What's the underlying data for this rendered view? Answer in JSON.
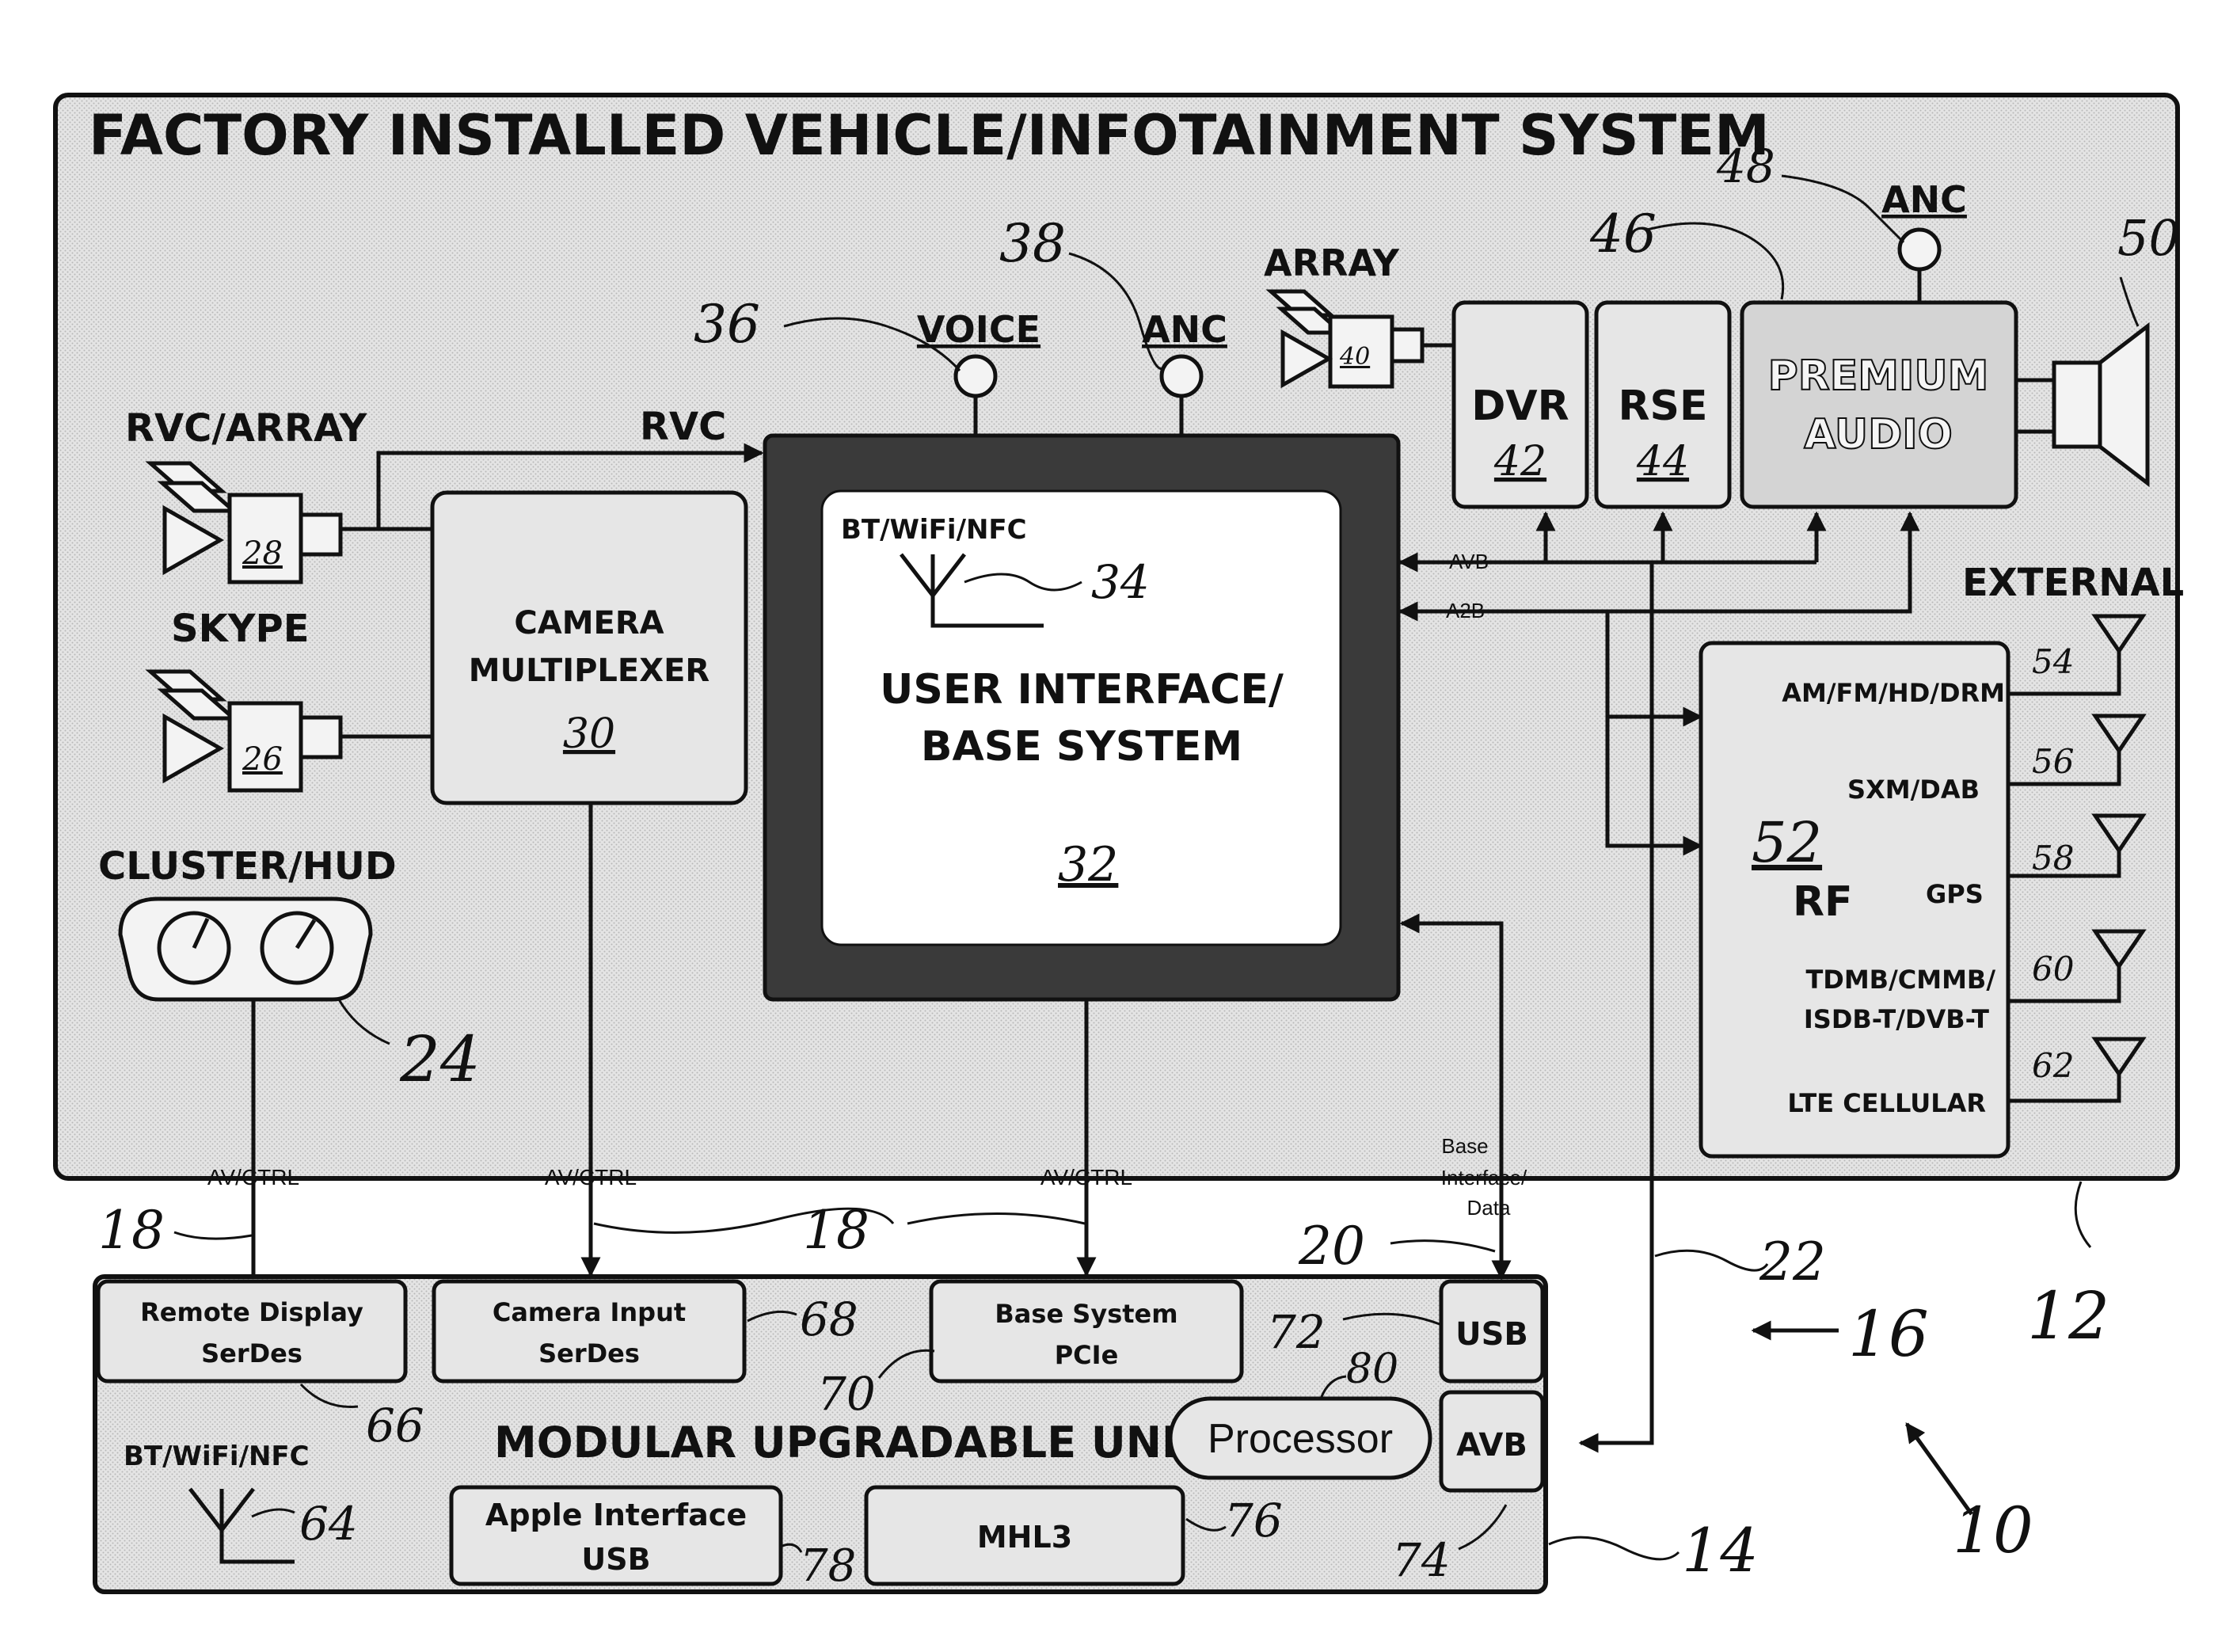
{
  "title": "FACTORY INSTALLED VEHICLE/INFOTAINMENT SYSTEM",
  "inputs": {
    "rvc_array": "RVC/ARRAY",
    "rvc_cam_num": "28",
    "skype": "SKYPE",
    "skype_cam_num": "26",
    "rvc_line": "RVC",
    "cluster": "CLUSTER/HUD",
    "cluster_num": "24"
  },
  "camera_mux": {
    "line1": "CAMERA",
    "line2": "MULTIPLEXER",
    "num": "30"
  },
  "base_system": {
    "bt": "BT/WiFi/NFC",
    "antenna_num": "34",
    "line1": "USER INTERFACE/",
    "line2": "BASE SYSTEM",
    "num": "32"
  },
  "mics": {
    "voice": "VOICE",
    "voice_num": "36",
    "anc": "ANC",
    "anc_num": "38",
    "anc2": "ANC",
    "anc2_num": "48"
  },
  "array": {
    "label": "ARRAY",
    "cam_num": "40"
  },
  "dvr": {
    "label": "DVR",
    "num": "42"
  },
  "rse": {
    "label": "RSE",
    "num": "44"
  },
  "audio": {
    "line1": "PREMIUM",
    "line2": "AUDIO",
    "num": "46"
  },
  "speaker_num": "50",
  "buses": {
    "avb": "AVB",
    "a2b": "A2B"
  },
  "rf": {
    "external": "EXTERNAL",
    "am": "AM/FM/HD/DRM",
    "sxm": "SXM/DAB",
    "num": "52",
    "rf": "RF",
    "gps": "GPS",
    "tdmb1": "TDMB/CMMB/",
    "tdmb2": "ISDB-T/DVB-T",
    "lte": "LTE CELLULAR",
    "ant_nums": [
      "54",
      "56",
      "58",
      "60",
      "62"
    ]
  },
  "links": {
    "avctrl": "AV/CTRL",
    "base_if": [
      "Base",
      "Interface/",
      "Data"
    ],
    "num18": "18",
    "num20": "20",
    "num22": "22"
  },
  "module": {
    "title": "MODULAR UPGRADABLE UNIT",
    "remote1": "Remote Display",
    "remote2": "SerDes",
    "remote_num": "66",
    "camera1": "Camera Input",
    "camera2": "SerDes",
    "camera_num": "68",
    "pcie1": "Base System",
    "pcie2": "PCIe",
    "pcie_num": "70",
    "usb": "USB",
    "usb_num": "72",
    "processor": "Processor",
    "processor_num": "80",
    "avb": "AVB",
    "avb_num": "74",
    "bt": "BT/WiFi/NFC",
    "bt_num": "64",
    "apple1": "Apple Interface",
    "apple2": "USB",
    "apple_num": "78",
    "mhl": "MHL3",
    "mhl_num": "76",
    "unit_num": "14"
  },
  "refs": {
    "factory_num": "12",
    "arrow16": "16",
    "arrow10": "10"
  }
}
